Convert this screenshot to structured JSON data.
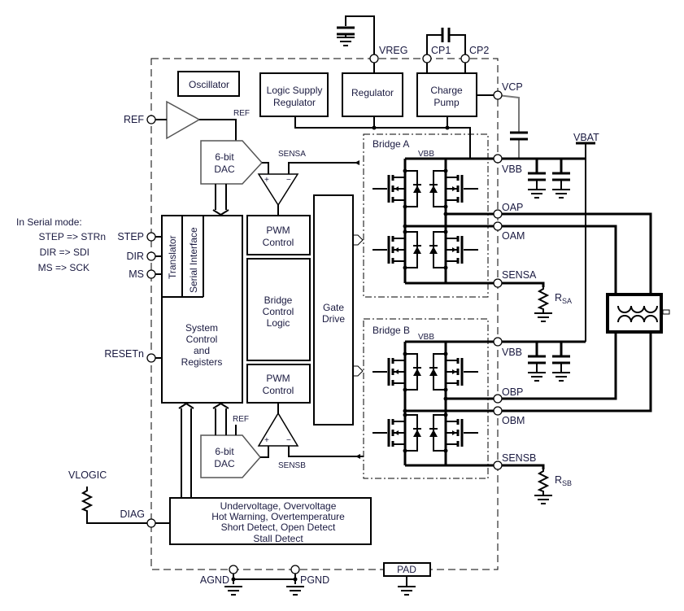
{
  "serial_mode": {
    "title": "In Serial mode:",
    "lines": [
      "STEP  =>  STRn",
      "DIR  =>  SDI",
      "MS  =>  SCK"
    ]
  },
  "blocks": {
    "oscillator": "Oscillator",
    "logic_supply_regulator": [
      "Logic Supply",
      "Regulator"
    ],
    "regulator": "Regulator",
    "charge_pump": [
      "Charge",
      "Pump"
    ],
    "dac_a": [
      "6-bit",
      "DAC"
    ],
    "dac_b": [
      "6-bit",
      "DAC"
    ],
    "translator": "Translator",
    "serial_interface": "Serial Interface",
    "system_control": [
      "System",
      "Control",
      "and",
      "Registers"
    ],
    "pwm_control_a": [
      "PWM",
      "Control"
    ],
    "bridge_control_logic": [
      "Bridge",
      "Control",
      "Logic"
    ],
    "pwm_control_b": [
      "PWM",
      "Control"
    ],
    "gate_drive": [
      "Gate",
      "Drive"
    ],
    "bridge_a": "Bridge A",
    "bridge_b": "Bridge B",
    "diagnostics": [
      "Undervoltage, Overvoltage",
      "Hot Warning, Overtemperature",
      "Short Detect, Open Detect",
      "Stall Detect"
    ],
    "pad": "PAD"
  },
  "pins": {
    "ref": "REF",
    "step": "STEP",
    "dir": "DIR",
    "ms": "MS",
    "resetn": "RESETn",
    "diag": "DIAG",
    "vreg": "VREG",
    "cp1": "CP1",
    "cp2": "CP2",
    "vcp": "VCP",
    "vbb_a": "VBB",
    "oap": "OAP",
    "oam": "OAM",
    "sensa": "SENSA",
    "vbb_b": "VBB",
    "obp": "OBP",
    "obm": "OBM",
    "sensb": "SENSB",
    "agnd": "AGND",
    "pgnd": "PGND"
  },
  "labels": {
    "ref_internal_a": "REF",
    "ref_internal_b": "REF",
    "sensa_internal": "SENSA",
    "sensb_internal": "SENSB",
    "vbb_internal_a": "VBB",
    "vbb_internal_b": "VBB",
    "vbat": "VBAT",
    "vlogic": "VLOGIC",
    "plus": "+",
    "minus": "−",
    "rsa": "R",
    "rsa_sub": "SA",
    "rsb": "R",
    "rsb_sub": "SB"
  }
}
